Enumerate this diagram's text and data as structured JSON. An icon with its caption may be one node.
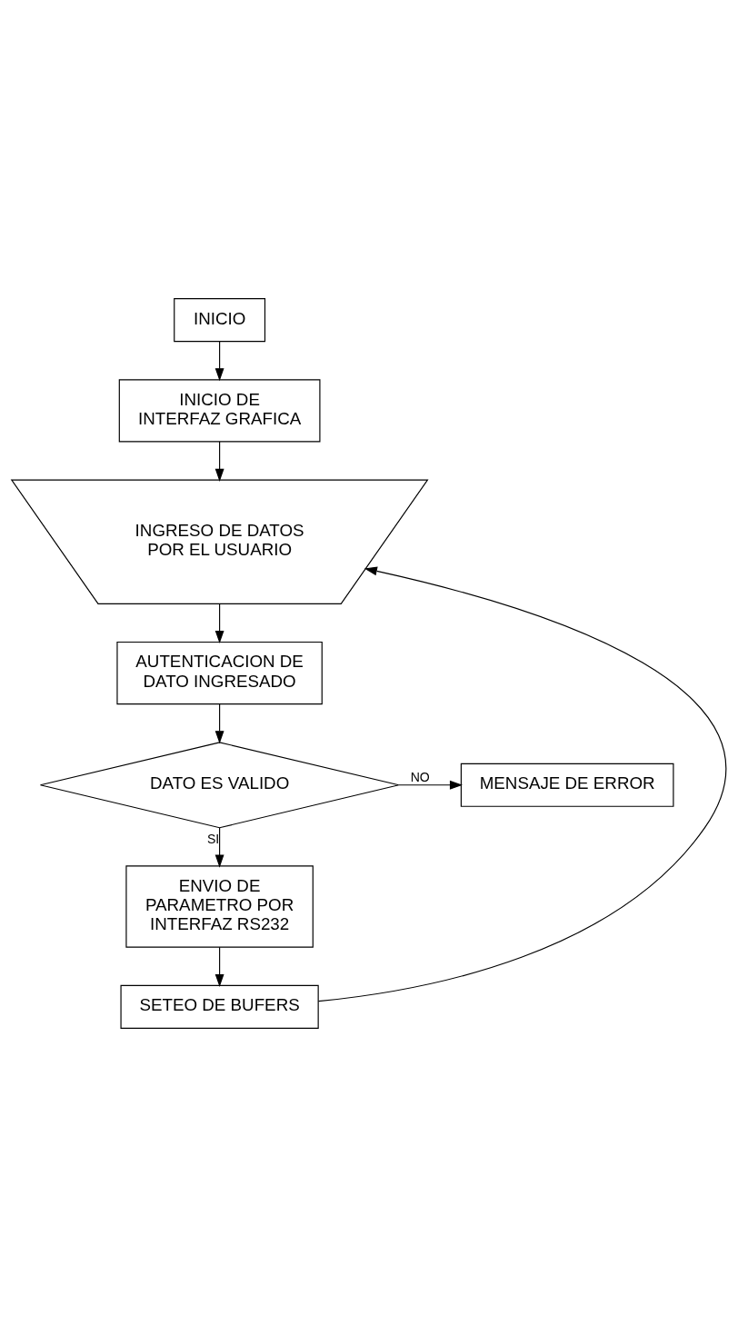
{
  "diagram": {
    "nodes": [
      {
        "text": [
          "INICIO"
        ]
      },
      {
        "text": [
          "INICIO DE INTERFAZ GRAFICA"
        ]
      },
      {
        "text": [
          "INGRESO DE DATOS POR EL USUARIO"
        ]
      },
      {
        "text": [
          "AUTENTICACION DE DATO INGRESADO"
        ]
      },
      {
        "text": [
          "DATO ES VALIDO"
        ]
      },
      {
        "text": [
          "MENSAJE DE ERROR"
        ]
      },
      {
        "text": [
          "ENVIO DE PARAMETRO POR INTERFAZ RS232"
        ]
      },
      {
        "text": [
          "SETEO DE BUFERS"
        ]
      }
    ],
    "edges": [
      {
        "from": 0,
        "to": 1,
        "arrow": "to"
      },
      {
        "from": 1,
        "to": 2,
        "arrow": "to"
      },
      {
        "from": 2,
        "to": 3,
        "arrow": "to"
      },
      {
        "from": 3,
        "to": 4,
        "arrow": "to"
      },
      {
        "from": 4,
        "to": 5,
        "label": "NO",
        "arrow": "to"
      },
      {
        "from": 4,
        "to": 6,
        "label": "SI",
        "arrow": "to"
      },
      {
        "from": 6,
        "to": 7,
        "arrow": "to"
      },
      {
        "from": 7,
        "to": 2,
        "arrow": "to"
      }
    ]
  }
}
